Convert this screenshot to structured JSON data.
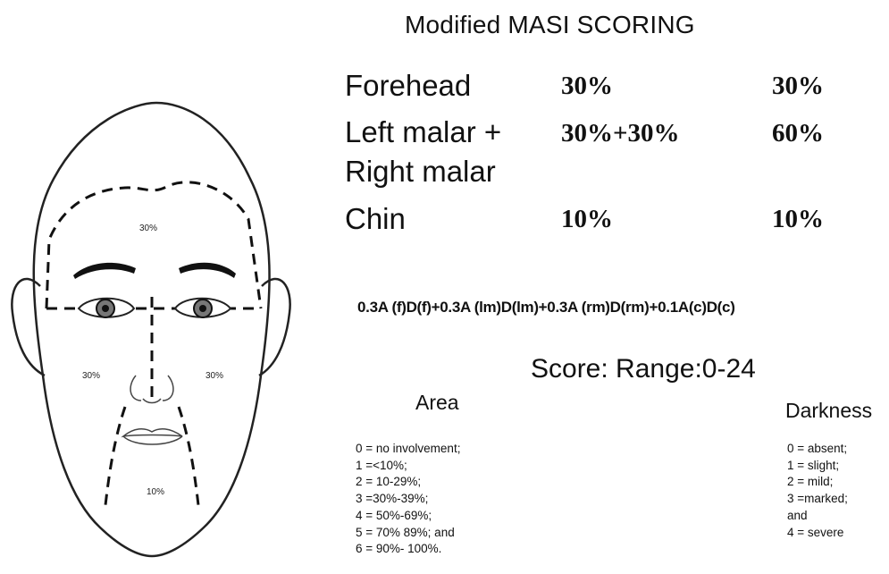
{
  "title": "Modified MASI SCORING",
  "rows": [
    {
      "label": "Forehead",
      "value": "30%",
      "total": "30%"
    },
    {
      "label": "Left malar +",
      "label2": "Right malar",
      "value": "30%+30%",
      "total": "60%"
    },
    {
      "label": "Chin",
      "value": "10%",
      "total": "10%"
    }
  ],
  "formula": "0.3A (f)D(f)+0.3A  (lm)D(lm)+0.3A  (rm)D(rm)+0.1A(c)D(c)",
  "score": "Score: Range:0-24",
  "area": {
    "heading": "Area",
    "items": [
      "0 = no involvement;",
      "1 =<10%;",
      "2 = 10-29%;",
      "3 =30%-39%;",
      "4 = 50%-69%;",
      "5 = 70% 89%; and",
      "6 = 90%- 100%."
    ]
  },
  "darkness": {
    "heading": "Darkness",
    "items": [
      "0 = absent;",
      "1 = slight;",
      "2 = mild;",
      "3 =marked;",
      "and",
      "4 = severe"
    ]
  },
  "face": {
    "forehead_pct": "30%",
    "left_malar_pct": "30%",
    "right_malar_pct": "30%",
    "chin_pct": "10%"
  }
}
